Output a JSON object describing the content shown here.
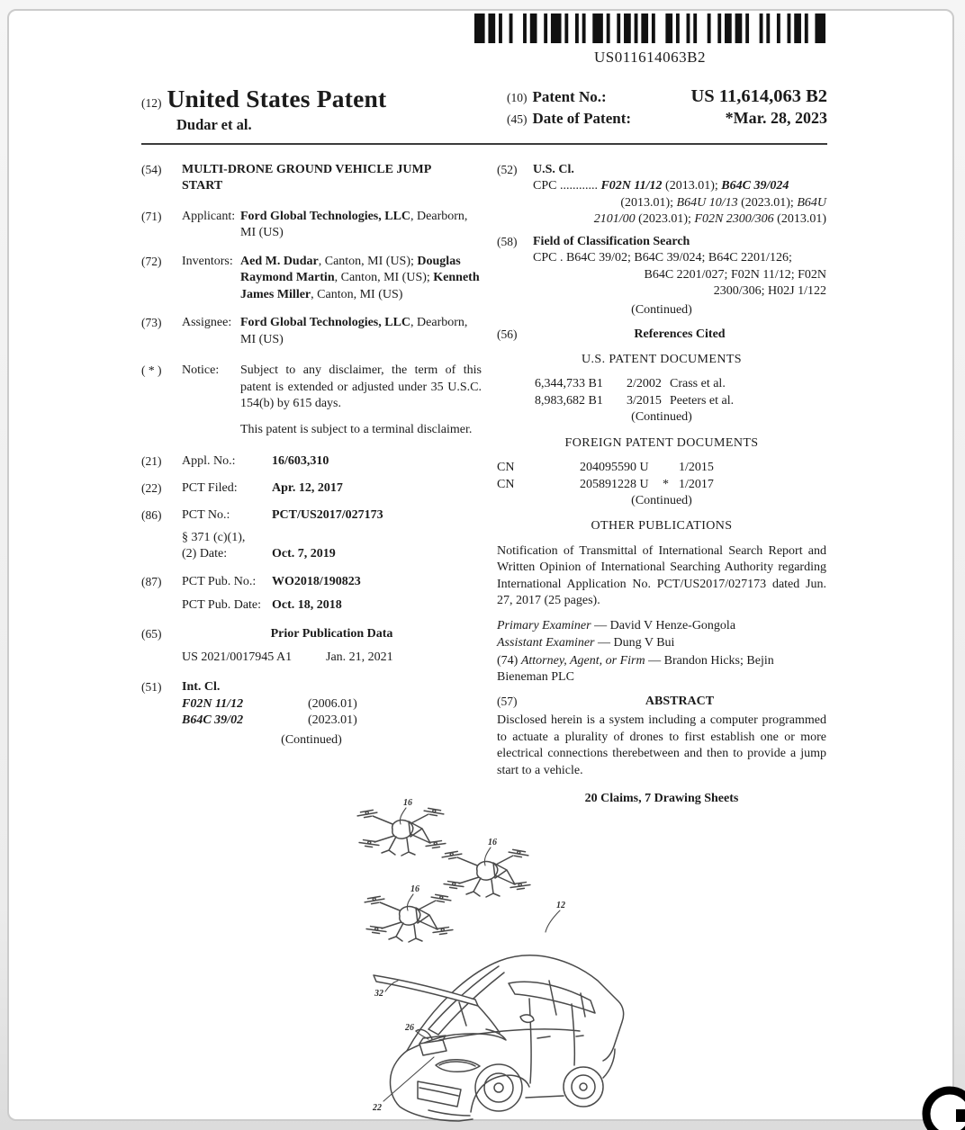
{
  "barcode": {
    "text": "US011614063B2"
  },
  "header": {
    "kind_code": "(12)",
    "title": "United States Patent",
    "byline": "Dudar et al.",
    "patent_no_code": "(10)",
    "patent_no_label": "Patent No.:",
    "patent_no_value": "US 11,614,063 B2",
    "date_code": "(45)",
    "date_label": "Date of Patent:",
    "date_value": "*Mar. 28, 2023"
  },
  "misc": {
    "continued": "(Continued)"
  },
  "left": {
    "s54": {
      "code": "(54)",
      "title": "MULTI-DRONE GROUND VEHICLE JUMP START"
    },
    "s71": {
      "code": "(71)",
      "label": "Applicant:",
      "name": "Ford Global Technologies, LLC",
      "rest": ", Dearborn, MI (US)"
    },
    "s72": {
      "code": "(72)",
      "label": "Inventors:",
      "inventors": [
        {
          "name": "Aed M. Dudar",
          "rest": ", Canton, MI (US); "
        },
        {
          "name": "Douglas Raymond Martin",
          "rest": ", Canton, MI (US); "
        },
        {
          "name": "Kenneth James Miller",
          "rest": ", Canton, MI (US)"
        }
      ]
    },
    "s73": {
      "code": "(73)",
      "label": "Assignee:",
      "name": "Ford Global Technologies, LLC",
      "rest": ", Dearborn, MI (US)"
    },
    "notice": {
      "code": "( * )",
      "label": "Notice:",
      "p1": "Subject to any disclaimer, the term of this patent is extended or adjusted under 35 U.S.C. 154(b) by 615 days.",
      "p2": "This patent is subject to a terminal disclaimer."
    },
    "s21": {
      "code": "(21)",
      "label": "Appl. No.:",
      "value": "16/603,310"
    },
    "s22": {
      "code": "(22)",
      "label": "PCT Filed:",
      "value": "Apr. 12, 2017"
    },
    "s86": {
      "code": "(86)",
      "label": "PCT No.:",
      "value": "PCT/US2017/027173",
      "sub1": "§ 371 (c)(1),",
      "sub2_label": "(2) Date:",
      "sub2_value": "Oct. 7, 2019"
    },
    "s87": {
      "code": "(87)",
      "label": "PCT Pub. No.:",
      "value": "WO2018/190823",
      "date_label": "PCT Pub. Date:",
      "date_value": "Oct. 18, 2018"
    },
    "s65": {
      "code": "(65)",
      "heading": "Prior Publication Data",
      "pub": "US 2021/0017945 A1",
      "date": "Jan. 21, 2021"
    },
    "s51": {
      "code": "(51)",
      "heading": "Int. Cl.",
      "entries": [
        {
          "cls": "F02N 11/12",
          "ver": "(2006.01)"
        },
        {
          "cls": "B64C 39/02",
          "ver": "(2023.01)"
        }
      ]
    }
  },
  "right": {
    "s52": {
      "code": "(52)",
      "heading": "U.S. Cl.",
      "line1": [
        {
          "t": "CPC ............ ",
          "s": "r"
        },
        {
          "t": "F02N 11/12",
          "s": "bi"
        },
        {
          "t": " (2013.01); ",
          "s": "r"
        },
        {
          "t": "B64C 39/024",
          "s": "bi"
        }
      ],
      "line2": [
        {
          "t": "(2013.01); ",
          "s": "r"
        },
        {
          "t": "B64U 10/13",
          "s": "i"
        },
        {
          "t": " (2023.01); ",
          "s": "r"
        },
        {
          "t": "B64U",
          "s": "i"
        }
      ],
      "line3": [
        {
          "t": "2101/00",
          "s": "i"
        },
        {
          "t": " (2023.01); ",
          "s": "r"
        },
        {
          "t": "F02N 2300/306",
          "s": "i"
        },
        {
          "t": " (2013.01)",
          "s": "r"
        }
      ]
    },
    "s58": {
      "code": "(58)",
      "heading": "Field of Classification Search",
      "line1": "CPC . B64C 39/02; B64C 39/024; B64C 2201/126;",
      "line2": "B64C 2201/027; F02N 11/12; F02N",
      "line3": "2300/306; H02J 1/122"
    },
    "s56": {
      "code": "(56)",
      "heading": "References Cited",
      "us_heading": "U.S. PATENT DOCUMENTS",
      "us_rows": [
        {
          "num": "6,344,733 B1",
          "date": "2/2002",
          "name": "Crass et al."
        },
        {
          "num": "8,983,682 B1",
          "date": "3/2015",
          "name": "Peeters et al."
        }
      ],
      "foreign_heading": "FOREIGN PATENT DOCUMENTS",
      "foreign_rows": [
        {
          "country": "CN",
          "num": "204095590 U",
          "flag": "",
          "date": "1/2015"
        },
        {
          "country": "CN",
          "num": "205891228 U",
          "flag": "*",
          "date": "1/2017"
        }
      ]
    },
    "other_pubs": {
      "heading": "OTHER PUBLICATIONS",
      "body": "Notification of Transmittal of International Search Report and Written Opinion of International Searching Authority regarding International Application No. PCT/US2017/027173 dated Jun. 27, 2017 (25 pages)."
    },
    "examiners": {
      "primary_label": "Primary Examiner",
      "primary_rest": " — David V Henze-Gongola",
      "assistant_label": "Assistant Examiner",
      "assistant_rest": " — Dung V Bui",
      "attorney_code": "(74) ",
      "attorney_label": "Attorney, Agent, or Firm",
      "attorney_rest": " — Brandon Hicks; Bejin Bieneman PLC"
    },
    "abstract": {
      "code": "(57)",
      "heading": "ABSTRACT",
      "body": "Disclosed herein is a system including a computer programmed to actuate a plurality of drones to first establish one or more electrical connections therebetween and then to provide a jump start to a vehicle.",
      "claims": "20 Claims, 7 Drawing Sheets"
    }
  },
  "figure": {
    "labels": {
      "drone": "16",
      "vehicle": "12",
      "hood": "32",
      "battery": "26",
      "cable": "22"
    }
  }
}
